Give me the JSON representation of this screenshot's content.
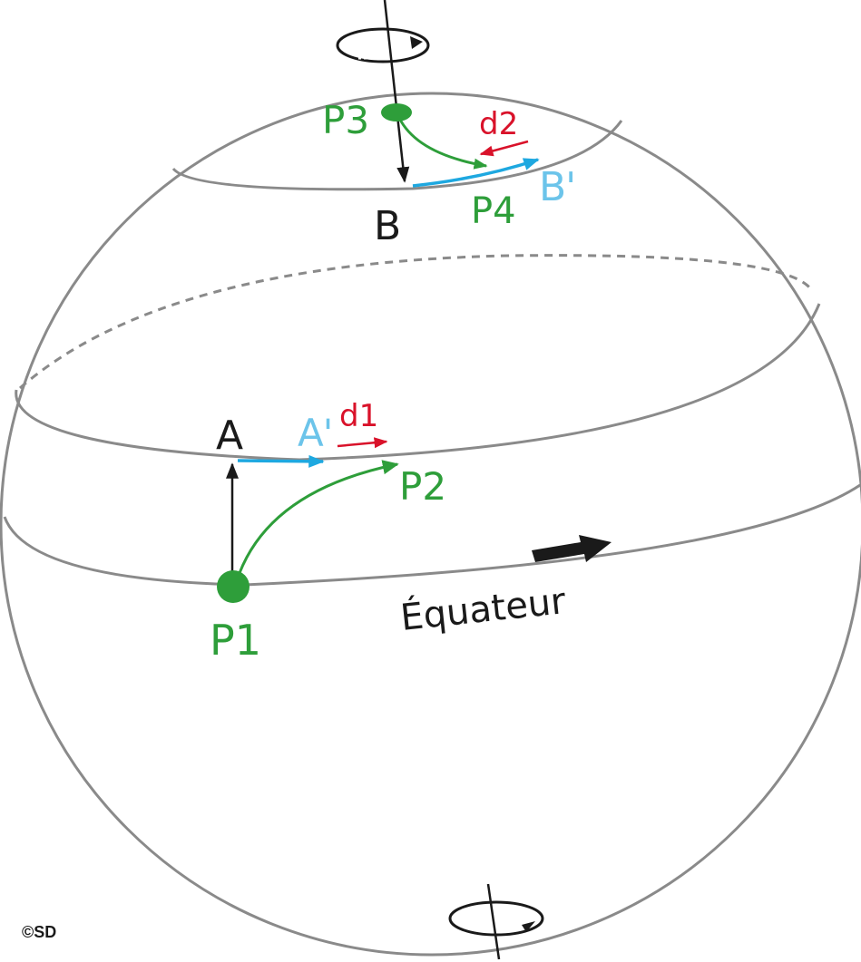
{
  "labels": {
    "p1": "P1",
    "p2": "P2",
    "p3": "P3",
    "p4": "P4",
    "a": "A",
    "a_prime": "A'",
    "b": "B",
    "b_prime": "B'",
    "d1": "d1",
    "d2": "d2",
    "equator": "Équateur",
    "credit": "©SD"
  },
  "colors": {
    "sphere_outline": "#8a8a8a",
    "axis": "#1a1a1a",
    "trajectory_green": "#2e9e3a",
    "deviation_red": "#d9122a",
    "target_blue": "#1ea8e0",
    "target_label_blue": "#6cc4ea",
    "text_black": "#1a1a1a"
  }
}
